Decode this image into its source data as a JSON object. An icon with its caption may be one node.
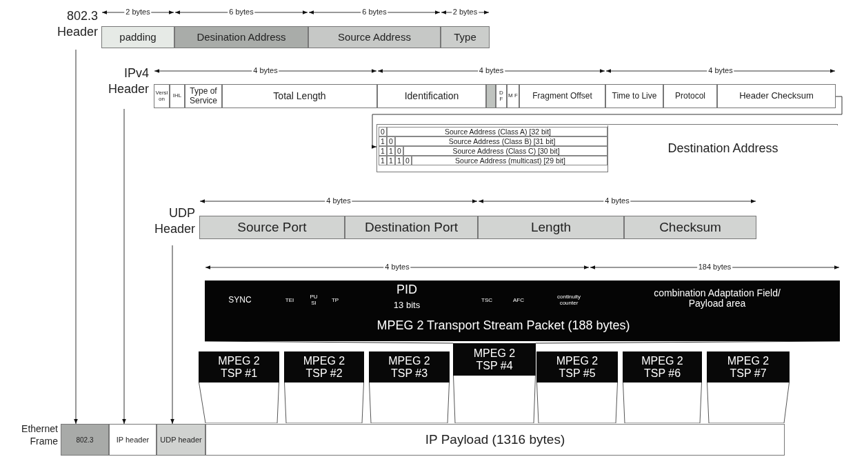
{
  "diagram": {
    "nodes": [
      {
        "text": [
          "802.3 Header"
        ]
      },
      {
        "text": [
          "padding"
        ],
        "in": 0
      },
      {
        "text": [
          "Desination Address"
        ],
        "in": 0
      },
      {
        "text": [
          "Source Address"
        ],
        "in": 0
      },
      {
        "text": [
          "Type"
        ],
        "in": 0
      },
      {
        "text": [
          "IPv4 Header"
        ]
      },
      {
        "text": [
          "Versi on"
        ],
        "in": 5
      },
      {
        "text": [
          "IHL"
        ],
        "in": 5
      },
      {
        "text": [
          "Type of Service"
        ],
        "in": 5
      },
      {
        "text": [
          "Total Length"
        ],
        "in": 5
      },
      {
        "text": [
          "Identification"
        ],
        "in": 5
      },
      {
        "text": [],
        "shape": "bar",
        "in": 5
      },
      {
        "text": [
          "D F"
        ],
        "in": 5
      },
      {
        "text": [
          "M F"
        ],
        "in": 5
      },
      {
        "text": [
          "Fragment Offset"
        ],
        "in": 5
      },
      {
        "text": [
          "Time to Live"
        ],
        "in": 5
      },
      {
        "text": [
          "Protocol"
        ],
        "in": 5
      },
      {
        "text": [
          "Header Checksum"
        ],
        "in": 5
      },
      {
        "text": [],
        "shape": "box"
      },
      {
        "text": [
          "0",
          "Source Address (Class A) [32 bit]"
        ],
        "in": 18
      },
      {
        "text": [
          "1",
          "0",
          "Source Address (Class B) [31 bit]"
        ],
        "in": 18
      },
      {
        "text": [
          "1",
          "1",
          "0",
          "Source Address (Class C) [30 bit]"
        ],
        "in": 18
      },
      {
        "text": [
          "1",
          "1",
          "1",
          "0",
          "Source Address (multicast) [29 bit]"
        ],
        "in": 18
      },
      {
        "text": [
          "Destination Address"
        ],
        "in": 18
      },
      {
        "text": [
          "UDP Header"
        ]
      },
      {
        "text": [
          "Source Port"
        ],
        "in": 24
      },
      {
        "text": [
          "Destination Port"
        ],
        "in": 24
      },
      {
        "text": [
          "Length"
        ],
        "in": 24
      },
      {
        "text": [
          "Checksum"
        ],
        "in": 24
      },
      {
        "text": [
          "SYNC",
          "TEI",
          "PU SI",
          "TP",
          "PID",
          "13 bits",
          "TSC",
          "AFC",
          "continuity counter",
          "combination Adaptation Field/ Payload area",
          "MPEG 2 Transport Stream Packet (188 bytes)"
        ]
      },
      {
        "text": [
          "MPEG 2 TSP #1"
        ]
      },
      {
        "text": [
          "MPEG 2 TSP #2"
        ]
      },
      {
        "text": [
          "MPEG 2 TSP #3"
        ]
      },
      {
        "text": [
          "MPEG 2 TSP #4"
        ]
      },
      {
        "text": [
          "MPEG 2 TSP #5"
        ]
      },
      {
        "text": [
          "MPEG 2 TSP #6"
        ]
      },
      {
        "text": [
          "MPEG 2 TSP #7"
        ]
      },
      {
        "text": [
          "Ethernet Frame"
        ]
      },
      {
        "text": [
          "802.3"
        ],
        "in": 37
      },
      {
        "text": [
          "IP header"
        ],
        "in": 37
      },
      {
        "text": [
          "UDP header"
        ],
        "in": 37
      },
      {
        "text": [
          "IP Payload (1316 bytes)"
        ],
        "in": 37
      }
    ],
    "edges": [
      {
        "from": 0,
        "to": 38,
        "arrow": "to"
      },
      {
        "from": 5,
        "to": 39,
        "arrow": "to"
      },
      {
        "from": 24,
        "to": 40,
        "arrow": "to"
      },
      {
        "from": 17,
        "to": 18,
        "arrow": "to"
      },
      {
        "from": 29,
        "to": 33,
        "arrow": "none"
      },
      {
        "from": 29,
        "to": 33,
        "arrow": "none"
      }
    ],
    "labels": [
      "2 bytes",
      "6 bytes",
      "6 bytes",
      "2 bytes",
      "4 bytes",
      "4 bytes",
      "4 bytes",
      "4 bytes",
      "4 bytes",
      "4 bytes",
      "184 bytes"
    ]
  }
}
